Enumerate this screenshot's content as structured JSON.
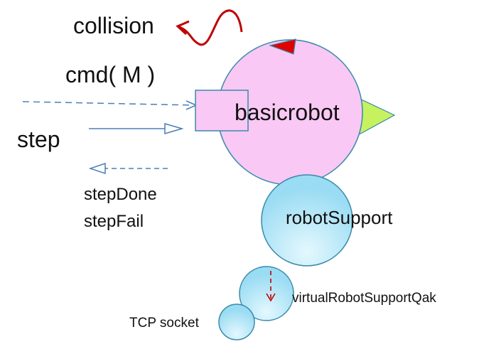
{
  "labels": {
    "collision": "collision",
    "cmd": "cmd( M )",
    "step": "step",
    "step_done": "stepDone",
    "step_fail": "stepFail",
    "basicrobot": "basicrobot",
    "robot_support": "robotSupport",
    "virtual_robot_support": "virtualRobotSupportQak",
    "tcp_socket": "TCP socket"
  },
  "colors": {
    "arrow_blue": "#4a7eb8",
    "collision_red": "#c00000",
    "robot_fill": "#f9c8f4",
    "support_fill": "#a8e4f6",
    "triangle_green": "#c6f260",
    "triangle_red": "#e00000"
  }
}
